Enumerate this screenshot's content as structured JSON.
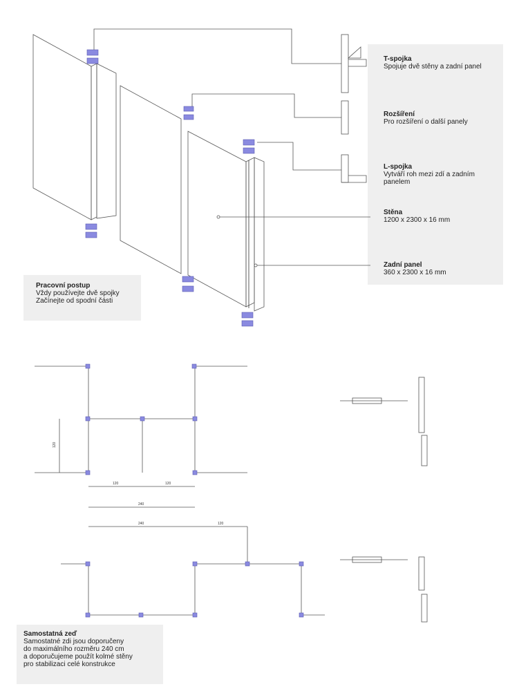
{
  "legend": [
    {
      "title": "T-spojka",
      "desc": "Spojuje dvě stěny a zadní panel"
    },
    {
      "title": "Rozšíření",
      "desc": "Pro rozšíření o další panely"
    },
    {
      "title": "L-spojka",
      "desc": "Vytváří roh mezi zdí a zadním panelem"
    },
    {
      "title": "Stěna",
      "desc": "1200 x 2300 x 16 mm"
    },
    {
      "title": "Zadní panel",
      "desc": "360 x 2300 x 16 mm"
    }
  ],
  "procedure": {
    "title": "Pracovní postup",
    "lines": [
      "Vždy používejte dvě spojky",
      "Začínejte od spodní části"
    ]
  },
  "standalone": {
    "title": "Samostatná zeď",
    "lines": [
      "Samostatné zdi jsou doporučeny",
      "do maximálního rozměru 240 cm",
      "a doporučujeme použít kolmé stěny",
      "pro stabilizaci celé konstrukce"
    ]
  },
  "plan_top": {
    "height_dim": "120",
    "left_dim": "120",
    "right_dim": "120",
    "total_dim": "240"
  },
  "plan_bottom": {
    "width_dim": "240",
    "offset_dim": "120"
  },
  "colors": {
    "connector": "#7a7ad0",
    "line": "#555555",
    "panel_bg": "#efefef"
  }
}
